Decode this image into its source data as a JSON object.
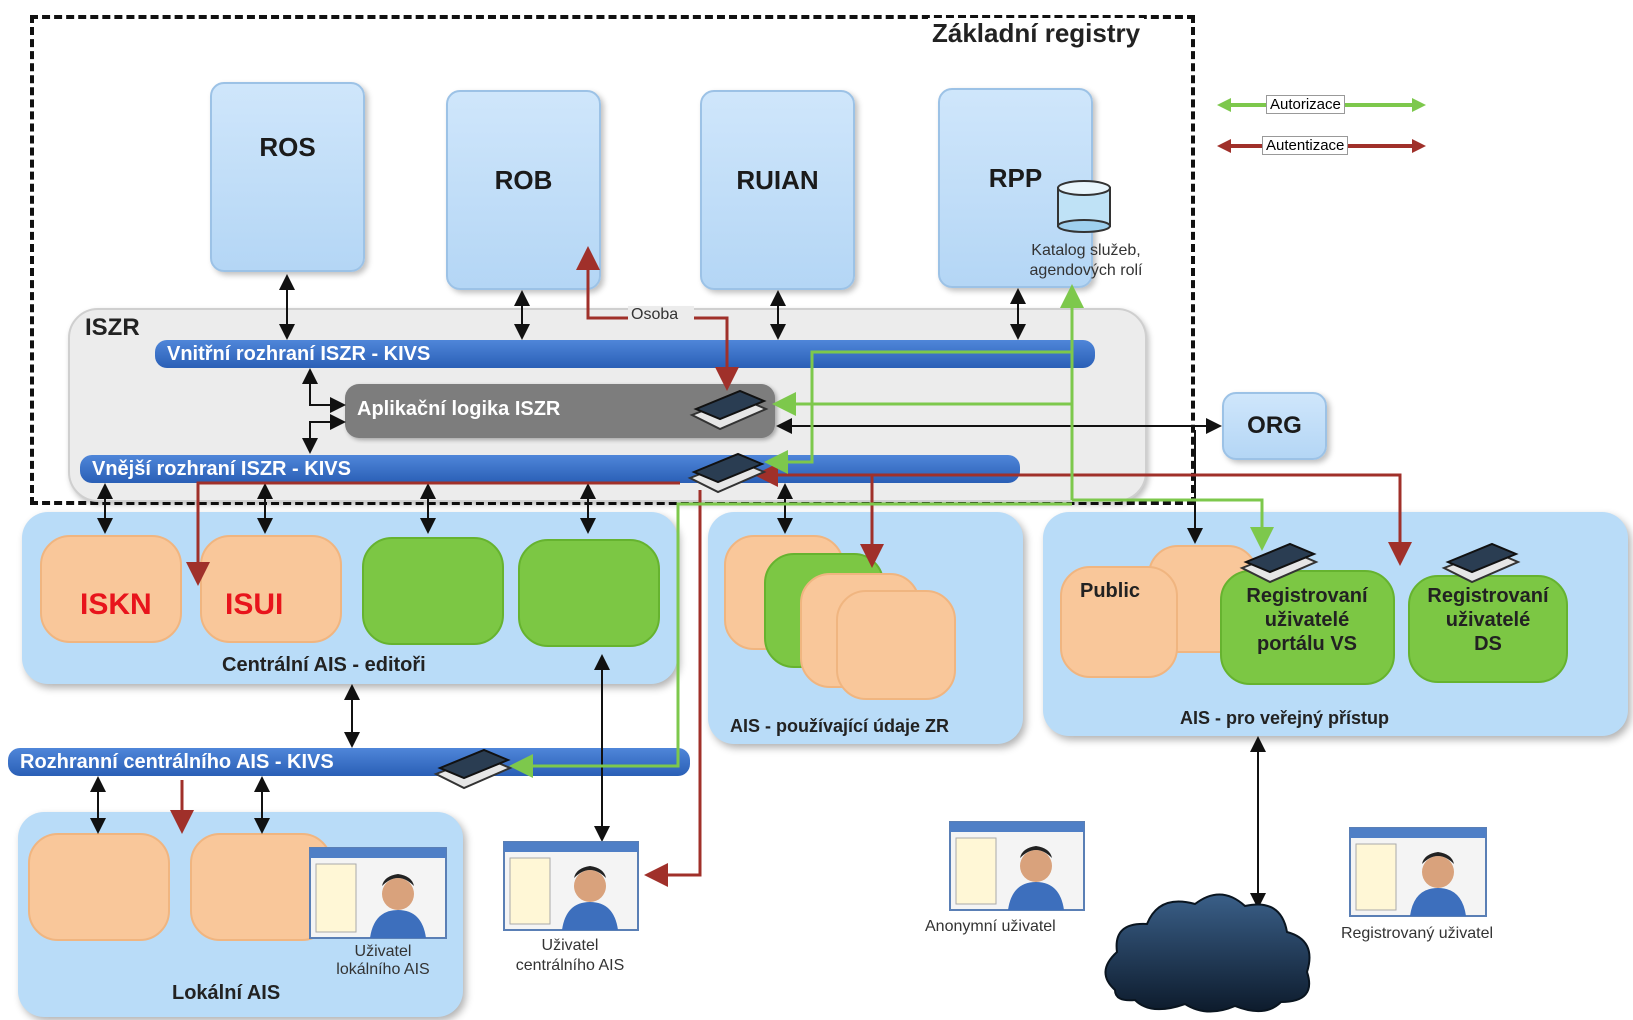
{
  "title": "Základní registry",
  "registers": [
    "ROS",
    "ROB",
    "RUIAN",
    "RPP"
  ],
  "rpp_catalog": [
    "Katalog služeb,",
    "agendových rolí"
  ],
  "legend": {
    "authorization": "Autorizace",
    "authentication": "Autentizace"
  },
  "iszr": {
    "label": "ISZR",
    "inner_bus": "Vnitřní rozhraní ISZR  - KIVS",
    "app_logic": "Aplikační logika  ISZR",
    "outer_bus": "Vnější rozhraní ISZR - KIVS",
    "osoba": "Osoba"
  },
  "org": "ORG",
  "central_ais": {
    "label": "Centrální AIS - editoři",
    "systems": [
      "ISKN",
      "ISUI"
    ]
  },
  "ais_using": {
    "label": "AIS -  používající údaje ZR"
  },
  "ais_public": {
    "label": "AIS -  pro veřejný přístup",
    "public": "Public",
    "portal_users": [
      "Registrovaní",
      "uživatelé",
      "portálu VS"
    ],
    "ds_users": [
      "Registrovaní",
      "uživatelé",
      "DS"
    ]
  },
  "central_bus": "Rozhranní centrálního AIS - KIVS",
  "local_ais": {
    "label": "Lokální AIS",
    "user": [
      "Uživatel",
      "lokálního AIS"
    ]
  },
  "central_user": [
    "Uživatel",
    "centrálního AIS"
  ],
  "anonymous_user": "Anonymní uživatel",
  "registered_user": "Registrovaný uživatel",
  "colors": {
    "accent_red": "#e8141c",
    "authorization": "#7dc84c",
    "authentication": "#a0302a"
  }
}
